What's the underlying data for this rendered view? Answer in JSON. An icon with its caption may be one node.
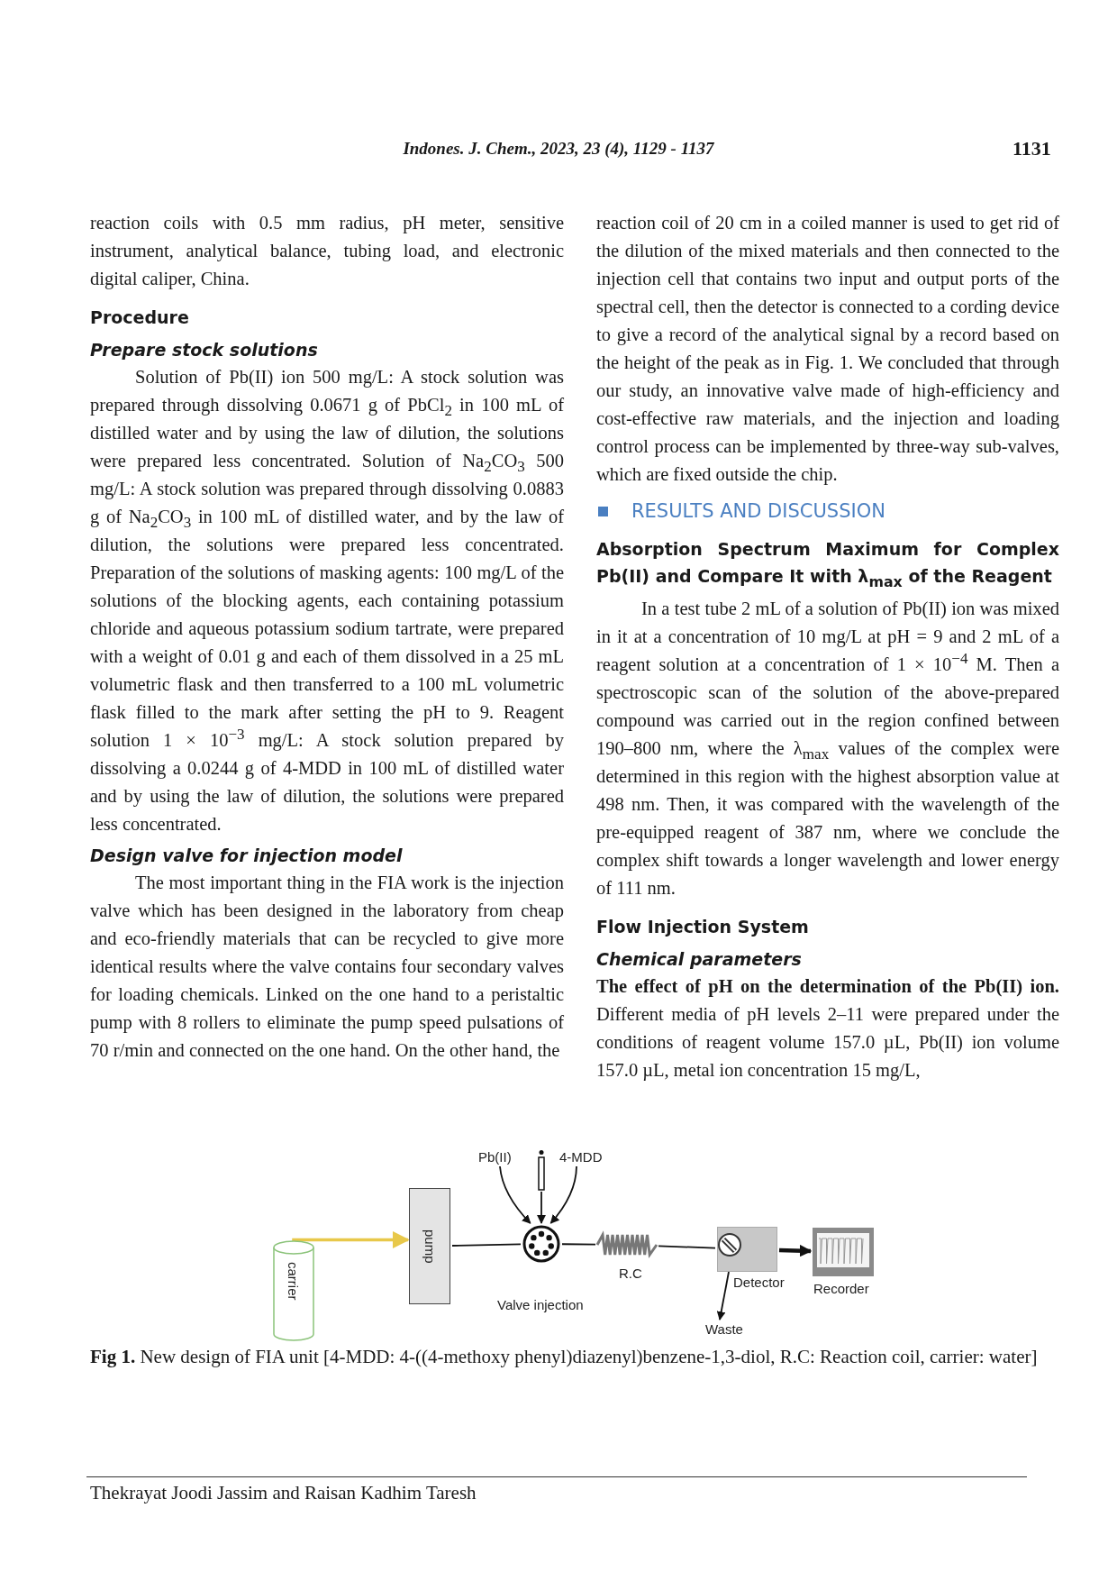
{
  "diagram": {
    "caption": "**Fig 1.** New design of FIA unit [4-MDD: 4-((4-methoxy phenyl)diazenyl)benzene-1,3-diol, R.C: Reaction coil, carrier: water]",
    "nodes": [
      {
        "text": [
          "carrier"
        ]
      },
      {
        "text": [
          "pump"
        ]
      },
      {
        "text": [],
        "shape": "circle",
        "beside": [
          "Valve injection"
        ]
      },
      {
        "text": [
          "Pb(II)"
        ]
      },
      {
        "text": [
          "4-MDD"
        ]
      },
      {
        "text": [],
        "shape": "coil",
        "beside": [
          "R.C"
        ]
      },
      {
        "text": [],
        "shape": "box",
        "beside": [
          "Detector"
        ]
      },
      {
        "text": [],
        "shape": "picture",
        "beside": [
          "Recorder"
        ]
      },
      {
        "text": [
          "Waste"
        ]
      },
      {
        "text": [],
        "shape": "needle"
      }
    ],
    "edges": [
      {
        "from": 0,
        "to": 1,
        "arrow": "to",
        "color": "#e8c84a"
      },
      {
        "from": 1,
        "to": 2,
        "arrow": "none"
      },
      {
        "from": 3,
        "to": 2,
        "arrow": "to"
      },
      {
        "from": 4,
        "to": 2,
        "arrow": "to"
      },
      {
        "from": 9,
        "to": 2,
        "arrow": "to"
      },
      {
        "from": 2,
        "to": 5,
        "arrow": "none"
      },
      {
        "from": 5,
        "to": 6,
        "arrow": "none"
      },
      {
        "from": 6,
        "to": 7,
        "arrow": "to",
        "style": "thick"
      },
      {
        "from": 6,
        "to": 8,
        "arrow": "to"
      }
    ],
    "labels": [
      "Indones. J. Chem., 2023, 23 (4), 1129 - 1137",
      "1131",
      "reaction coils with 0.5 mm radius, pH meter, sensitive instrument, analytical balance, tubing load, and electronic digital caliper, China.",
      "Procedure",
      "Prepare stock solutions",
      "Solution of Pb(II) ion 500 mg/L: A stock solution was prepared through dissolving 0.0671 g of PbCl$_{2}$ in 100 mL of distilled water and by using the law of dilution, the solutions were prepared less concentrated. Solution of Na$_{2}$CO$_{3}$ 500 mg/L: A stock solution was prepared through dissolving 0.0883 g of Na$_{2}$CO$_{3}$ in 100 mL of distilled water, and by the law of dilution, the solutions were prepared less concentrated. Preparation of the solutions of masking agents: 100 mg/L of the solutions of the blocking agents, each containing potassium chloride and aqueous potassium sodium tartrate, were prepared with a weight of 0.01 g and each of them dissolved in a 25 mL volumetric flask and then transferred to a 100 mL volumetric flask filled to the mark after setting the pH to 9. Reagent solution 1 × 10$^{−3}$ mg/L: A stock solution prepared by dissolving a 0.0244 g of 4-MDD in 100 mL of distilled water and by using the law of dilution, the solutions were prepared less concentrated.",
      "Design valve for injection model",
      "The most important thing in the FIA work is the injection valve which has been designed in the laboratory from cheap and eco-friendly materials that can be recycled to give more identical results where the valve contains four secondary valves for loading chemicals. Linked on the one hand to a peristaltic pump with 8 rollers to eliminate the pump speed pulsations of 70 r/min and connected on the one hand. On the other hand, the",
      "reaction coil of 20 cm in a coiled manner is used to get rid of the dilution of the mixed materials and then connected to the injection cell that contains two input and output ports of the spectral cell, then the detector is connected to a cording device to give a record of the analytical signal by a record based on the height of the peak as in Fig. 1. We concluded that through our study, an innovative valve made of high-efficiency and cost-effective raw materials, and the injection and loading control process can be implemented by three-way sub-valves, which are fixed outside the chip.",
      "RESULTS AND DISCUSSION",
      "Absorption Spectrum Maximum for Complex Pb(II) and Compare It with λ$_{max}$ of the Reagent",
      "In a test tube 2 mL of a solution of Pb(II) ion was mixed in it at a concentration of 10 mg/L at pH = 9 and 2 mL of a reagent solution at a concentration of 1 × 10$^{−4}$ M. Then a spectroscopic scan of the solution of the above-prepared compound was carried out in the region confined between 190–800 nm, where the λ$_{max}$ values of the complex were determined in this region with the highest absorption value at 498 nm. Then, it was compared with the wavelength of the pre-equipped reagent of 387 nm, where we conclude the complex shift towards a longer wavelength and lower energy of 111 nm.",
      "Flow Injection System",
      "Chemical parameters",
      "**The effect of pH on the determination of the Pb(II) ion.** Different media of pH levels 2–11 were prepared under the conditions of reagent volume 157.0 µL, Pb(II) ion volume 157.0 µL, metal ion concentration 15 mg/L,",
      "Thekrayat Joodi Jassim and Raisan Kadhim Taresh"
    ]
  }
}
